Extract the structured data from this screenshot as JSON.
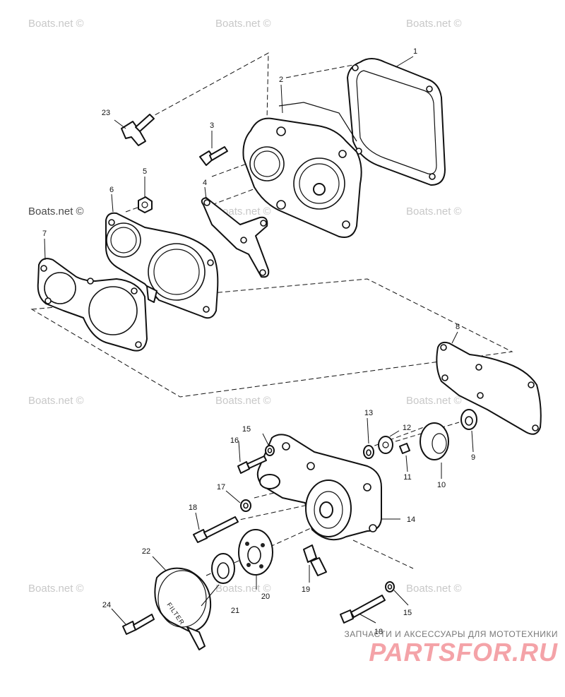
{
  "watermark": "Boats.net ©",
  "labels": {
    "p1": "1",
    "p2": "2",
    "p3": "3",
    "p4": "4",
    "p5": "5",
    "p6": "6",
    "p7": "7",
    "p8": "8",
    "p9": "9",
    "p10": "10",
    "p11": "11",
    "p12": "12",
    "p13": "13",
    "p14": "14",
    "p15a": "15",
    "p15b": "15",
    "p16": "16",
    "p17": "17",
    "p18a": "18",
    "p18b": "18",
    "p19": "19",
    "p20": "20",
    "p21": "21",
    "p22": "22",
    "p23": "23",
    "p24": "24"
  },
  "filter_text": "FILTER",
  "footer": {
    "tagline": "ЗАПЧАСТИ И АКСЕССУАРЫ ДЛЯ МОТОТЕХНИКИ",
    "brand": "PARTSFOR.RU"
  },
  "colors": {
    "line": "#111111",
    "watermark": "#c8c8c8",
    "brand": "#f4a3a8"
  }
}
